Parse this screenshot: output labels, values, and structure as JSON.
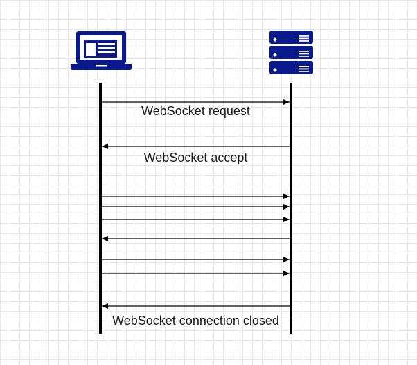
{
  "diagram": {
    "participants": [
      {
        "id": "client",
        "icon": "laptop-icon"
      },
      {
        "id": "server",
        "icon": "server-rack-icon"
      }
    ],
    "messages": [
      {
        "id": "request",
        "from": "client",
        "to": "server",
        "label": "WebSocket request"
      },
      {
        "id": "accept",
        "from": "server",
        "to": "client",
        "label": "WebSocket accept"
      },
      {
        "id": "data-1",
        "from": "client",
        "to": "server",
        "label": ""
      },
      {
        "id": "data-2",
        "from": "client",
        "to": "server",
        "label": ""
      },
      {
        "id": "data-3",
        "from": "client",
        "to": "server",
        "label": ""
      },
      {
        "id": "data-4",
        "from": "server",
        "to": "client",
        "label": ""
      },
      {
        "id": "data-5",
        "from": "client",
        "to": "server",
        "label": ""
      },
      {
        "id": "data-6",
        "from": "client",
        "to": "server",
        "label": ""
      },
      {
        "id": "closed",
        "from": "server",
        "to": "client",
        "label": "WebSocket connection closed"
      }
    ],
    "colors": {
      "icon": "#0a1a8c",
      "lifeline": "#000000",
      "arrow": "#000000",
      "grid": "#e6e6e6"
    }
  }
}
